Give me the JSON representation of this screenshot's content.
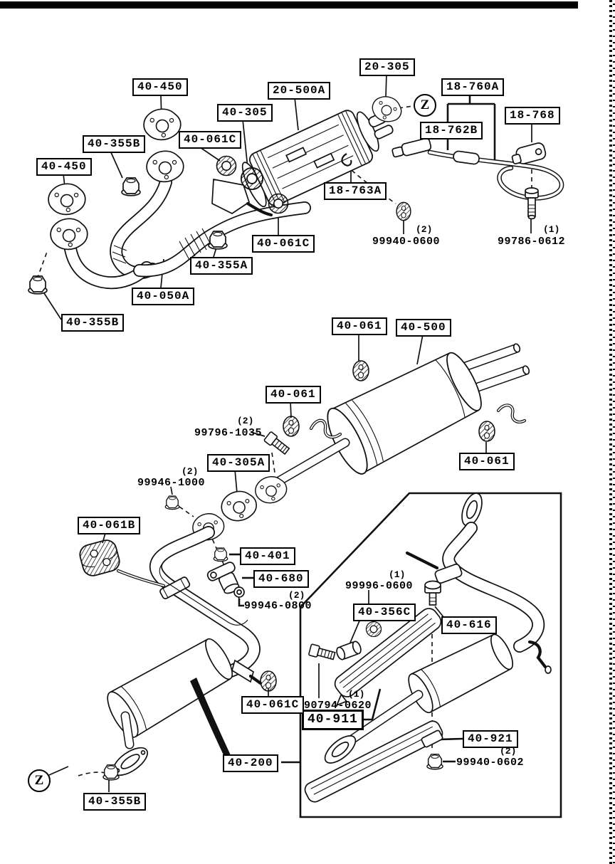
{
  "view_markers": {
    "z_top": "Z",
    "z_bottom": "Z"
  },
  "labels": {
    "a40_450_top": "40-450",
    "a20_500A": "20-500A",
    "a40_305": "40-305",
    "a40_061C_top": "40-061C",
    "a40_355B_top": "40-355B",
    "a40_450_left": "40-450",
    "a40_061C_mid1": "40-061C",
    "a40_355A": "40-355A",
    "a40_050A": "40-050A",
    "a40_355B_mid": "40-355B",
    "a20_305": "20-305",
    "a18_760A": "18-760A",
    "a18_768": "18-768",
    "a18_762B": "18-762B",
    "a18_763A": "18-763A",
    "a40_061_left": "40-061",
    "a40_500": "40-500",
    "a40_061_mid": "40-061",
    "a40_305A": "40-305A",
    "a40_061B": "40-061B",
    "a40_401": "40-401",
    "a40_680": "40-680",
    "a40_061_right": "40-061",
    "a40_356C": "40-356C",
    "a40_616": "40-616",
    "a40_911": "40-911",
    "a40_921": "40-921",
    "a40_061C_bot": "40-061C",
    "a40_200": "40-200",
    "a40_355B_bot": "40-355B"
  },
  "part_numbers": {
    "p99940_0600": "99940-0600",
    "q99940_0600": "(2)",
    "p99786_0612": "99786-0612",
    "q99786_0612": "(1)",
    "p99796_1035": "99796-1035",
    "q99796_1035": "(2)",
    "p99946_1000": "99946-1000",
    "q99946_1000": "(2)",
    "p99946_0800": "99946-0800",
    "q99946_0800": "(2)",
    "p99996_0600": "99996-0600",
    "q99996_0600": "(1)",
    "p90794_0620": "90794-0620",
    "q90794_0620": "(1)",
    "p99940_0602": "99940-0602",
    "q99940_0602": "(2)"
  }
}
